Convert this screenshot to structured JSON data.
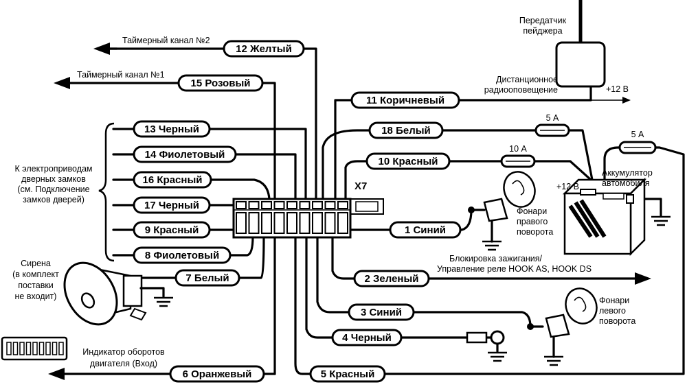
{
  "connector": "X7",
  "wires": [
    {
      "num": "12",
      "color": "Желтый"
    },
    {
      "num": "15",
      "color": "Розовый"
    },
    {
      "num": "11",
      "color": "Коричневый"
    },
    {
      "num": "18",
      "color": "Белый"
    },
    {
      "num": "10",
      "color": "Красный"
    },
    {
      "num": "13",
      "color": "Черный"
    },
    {
      "num": "14",
      "color": "Фиолетовый"
    },
    {
      "num": "16",
      "color": "Красный"
    },
    {
      "num": "17",
      "color": "Черный"
    },
    {
      "num": "9",
      "color": "Красный"
    },
    {
      "num": "8",
      "color": "Фиолетовый"
    },
    {
      "num": "7",
      "color": "Белый"
    },
    {
      "num": "1",
      "color": "Синий"
    },
    {
      "num": "2",
      "color": "Зеленый"
    },
    {
      "num": "3",
      "color": "Синий"
    },
    {
      "num": "4",
      "color": "Черный"
    },
    {
      "num": "6",
      "color": "Оранжевый"
    },
    {
      "num": "5",
      "color": "Красный"
    }
  ],
  "notes": {
    "timer2": "Таймерный канал №2",
    "timer1": "Таймерный канал №1",
    "pager": [
      "Передатчик",
      "пейджера"
    ],
    "remote": [
      "Дистанционное",
      "радиооповещение"
    ],
    "plus12": "+12 В",
    "plus12b": "+12 В",
    "fuse5a": "5 А",
    "fuse5b": "5 А",
    "fuse10": "10 А",
    "battery": [
      "Аккумулятор",
      "автомобиля"
    ],
    "locks": [
      "К электроприводам",
      "дверных замков",
      "(см. Подключение",
      "замков дверей)"
    ],
    "siren": [
      "Сирена",
      "(в комплект",
      "поставки",
      "не входит)"
    ],
    "right_lamp": [
      "Фонари",
      "правого",
      "поворота"
    ],
    "left_lamp": [
      "Фонари",
      "левого",
      "поворота"
    ],
    "ignition": [
      "Блокировка зажигания/",
      "Управление реле HOOK AS, HOOK DS"
    ],
    "tacho": [
      "Индикатор оборотов",
      "двигателя (Вход)"
    ]
  }
}
